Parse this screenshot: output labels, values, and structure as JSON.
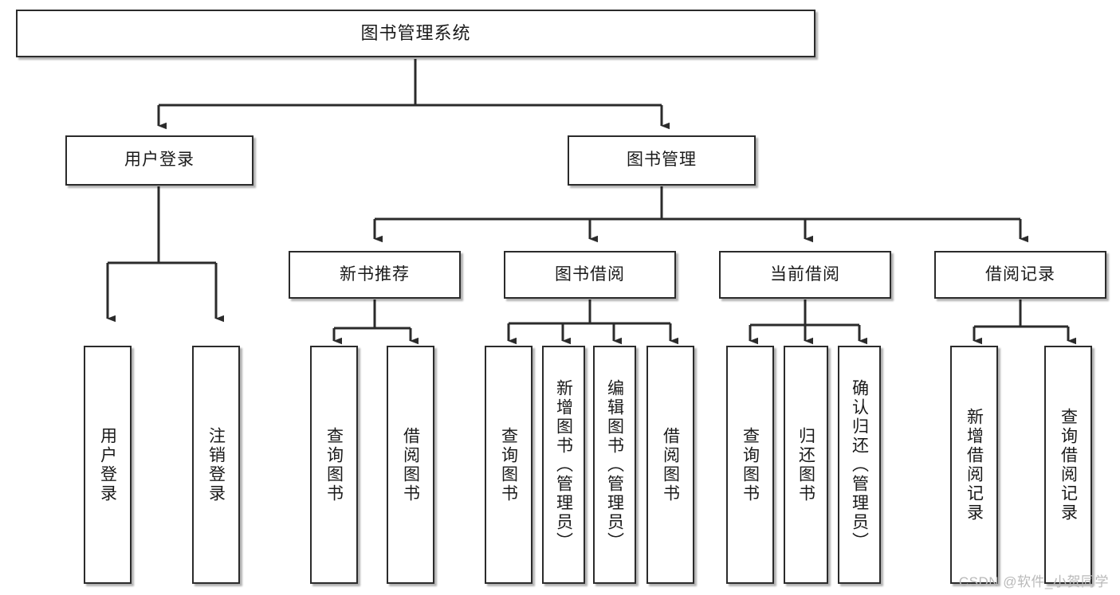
{
  "diagram": {
    "title": "图书管理系统",
    "type": "tree-hierarchy",
    "watermark": "CSDN @软件_小贺同学",
    "colors": {
      "box_border": "#2b2b2b",
      "box_fill": "#ffffff",
      "connector": "#2b2b2b",
      "text": "#1a1a1a",
      "watermark": "#b9b9b9"
    },
    "levels": {
      "root": {
        "label": "图书管理系统"
      },
      "level2": [
        {
          "label": "用户登录"
        },
        {
          "label": "图书管理"
        }
      ],
      "level3": [
        {
          "label": "新书推荐"
        },
        {
          "label": "图书借阅"
        },
        {
          "label": "当前借阅"
        },
        {
          "label": "借阅记录"
        }
      ],
      "leaves": {
        "user_login": [
          {
            "label": "用户登录"
          },
          {
            "label": "注销登录"
          }
        ],
        "new_book_recommend": [
          {
            "label": "查询图书"
          },
          {
            "label": "借阅图书"
          }
        ],
        "book_borrow": [
          {
            "label": "查询图书"
          },
          {
            "label": "新增图书（管理员）"
          },
          {
            "label": "编辑图书（管理员）"
          },
          {
            "label": "借阅图书"
          }
        ],
        "current_borrow": [
          {
            "label": "查询图书"
          },
          {
            "label": "归还图书"
          },
          {
            "label": "确认归还（管理员）"
          }
        ],
        "borrow_record": [
          {
            "label": "新增借阅记录"
          },
          {
            "label": "查询借阅记录"
          }
        ]
      }
    }
  }
}
